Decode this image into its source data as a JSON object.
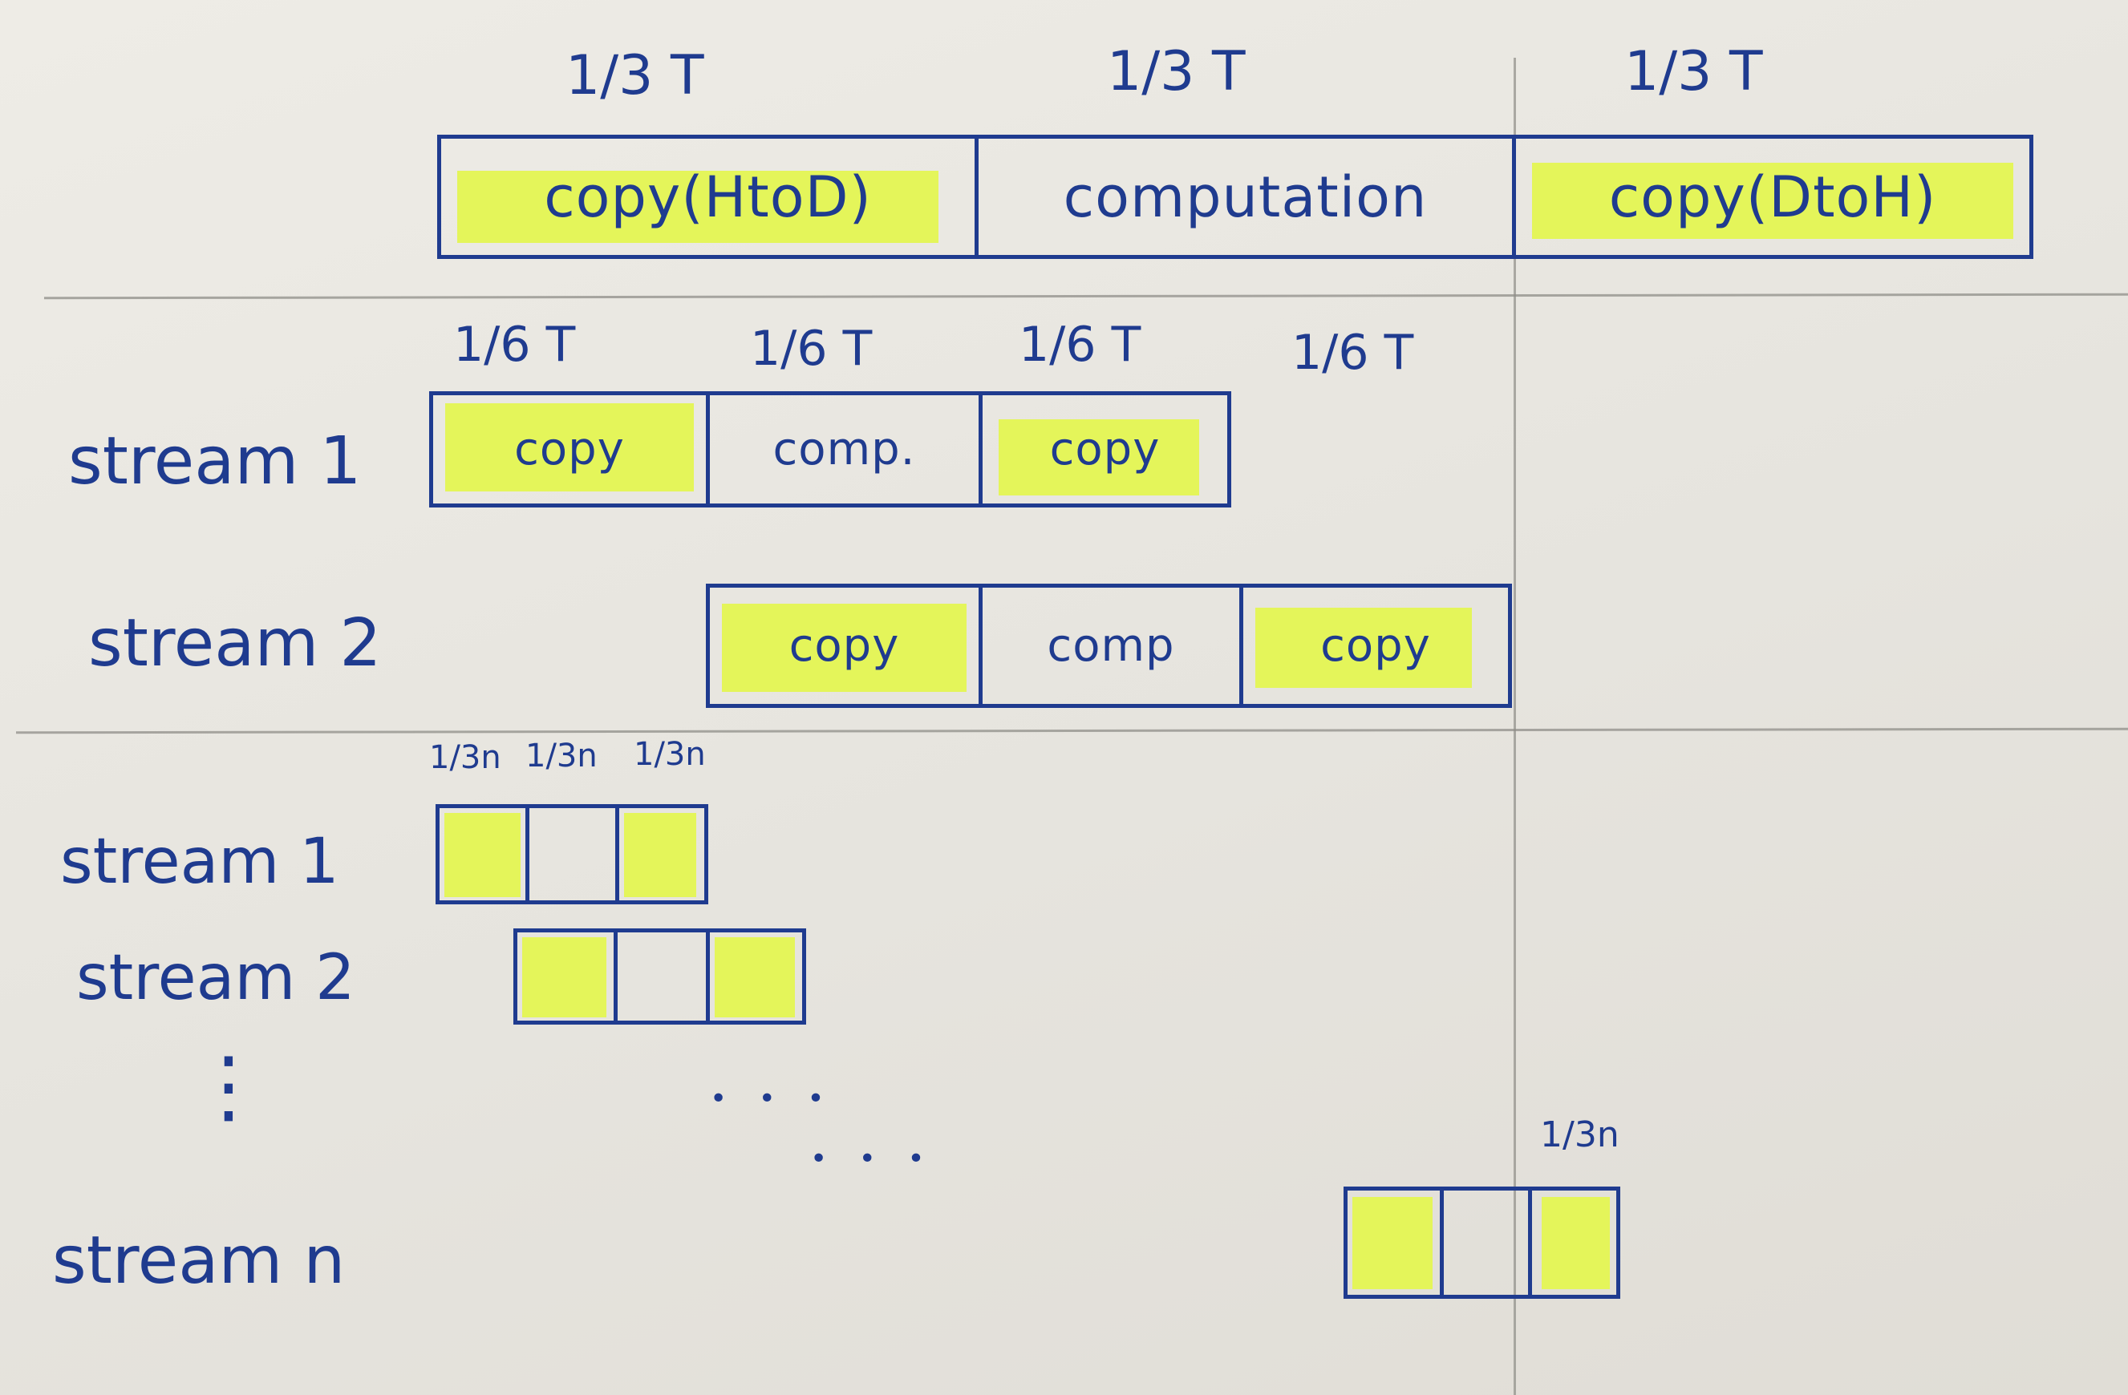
{
  "top_row": {
    "fractions": [
      "1/3 T",
      "1/3 T",
      "1/3 T"
    ],
    "cells": [
      {
        "label": "copy(HtoD)",
        "highlighted": true
      },
      {
        "label": "computation",
        "highlighted": false
      },
      {
        "label": "copy(DtoH)",
        "highlighted": true
      }
    ]
  },
  "two_stream": {
    "fractions": [
      "1/6 T",
      "1/6 T",
      "1/6 T",
      "1/6 T"
    ],
    "stream1": {
      "label": "stream 1",
      "cells": [
        {
          "label": "copy",
          "highlighted": true
        },
        {
          "label": "comp.",
          "highlighted": false
        },
        {
          "label": "copy",
          "highlighted": true
        }
      ]
    },
    "stream2": {
      "label": "stream 2",
      "cells": [
        {
          "label": "copy",
          "highlighted": true
        },
        {
          "label": "comp",
          "highlighted": false
        },
        {
          "label": "copy",
          "highlighted": true
        }
      ]
    }
  },
  "n_stream": {
    "fractions": [
      "1/3n",
      "1/3n",
      "1/3n"
    ],
    "stream1_label": "stream 1",
    "stream2_label": "stream 2",
    "vdots": "⋮",
    "dots_a": "• • •",
    "dots_b": "• • •",
    "streamn_label": "stream n",
    "streamn_fraction": "1/3n"
  },
  "colors": {
    "ink": "#1f3b8f",
    "highlight": "#e4f55a",
    "paper": "#e9e7e1",
    "pencil": "#8f8d88"
  }
}
